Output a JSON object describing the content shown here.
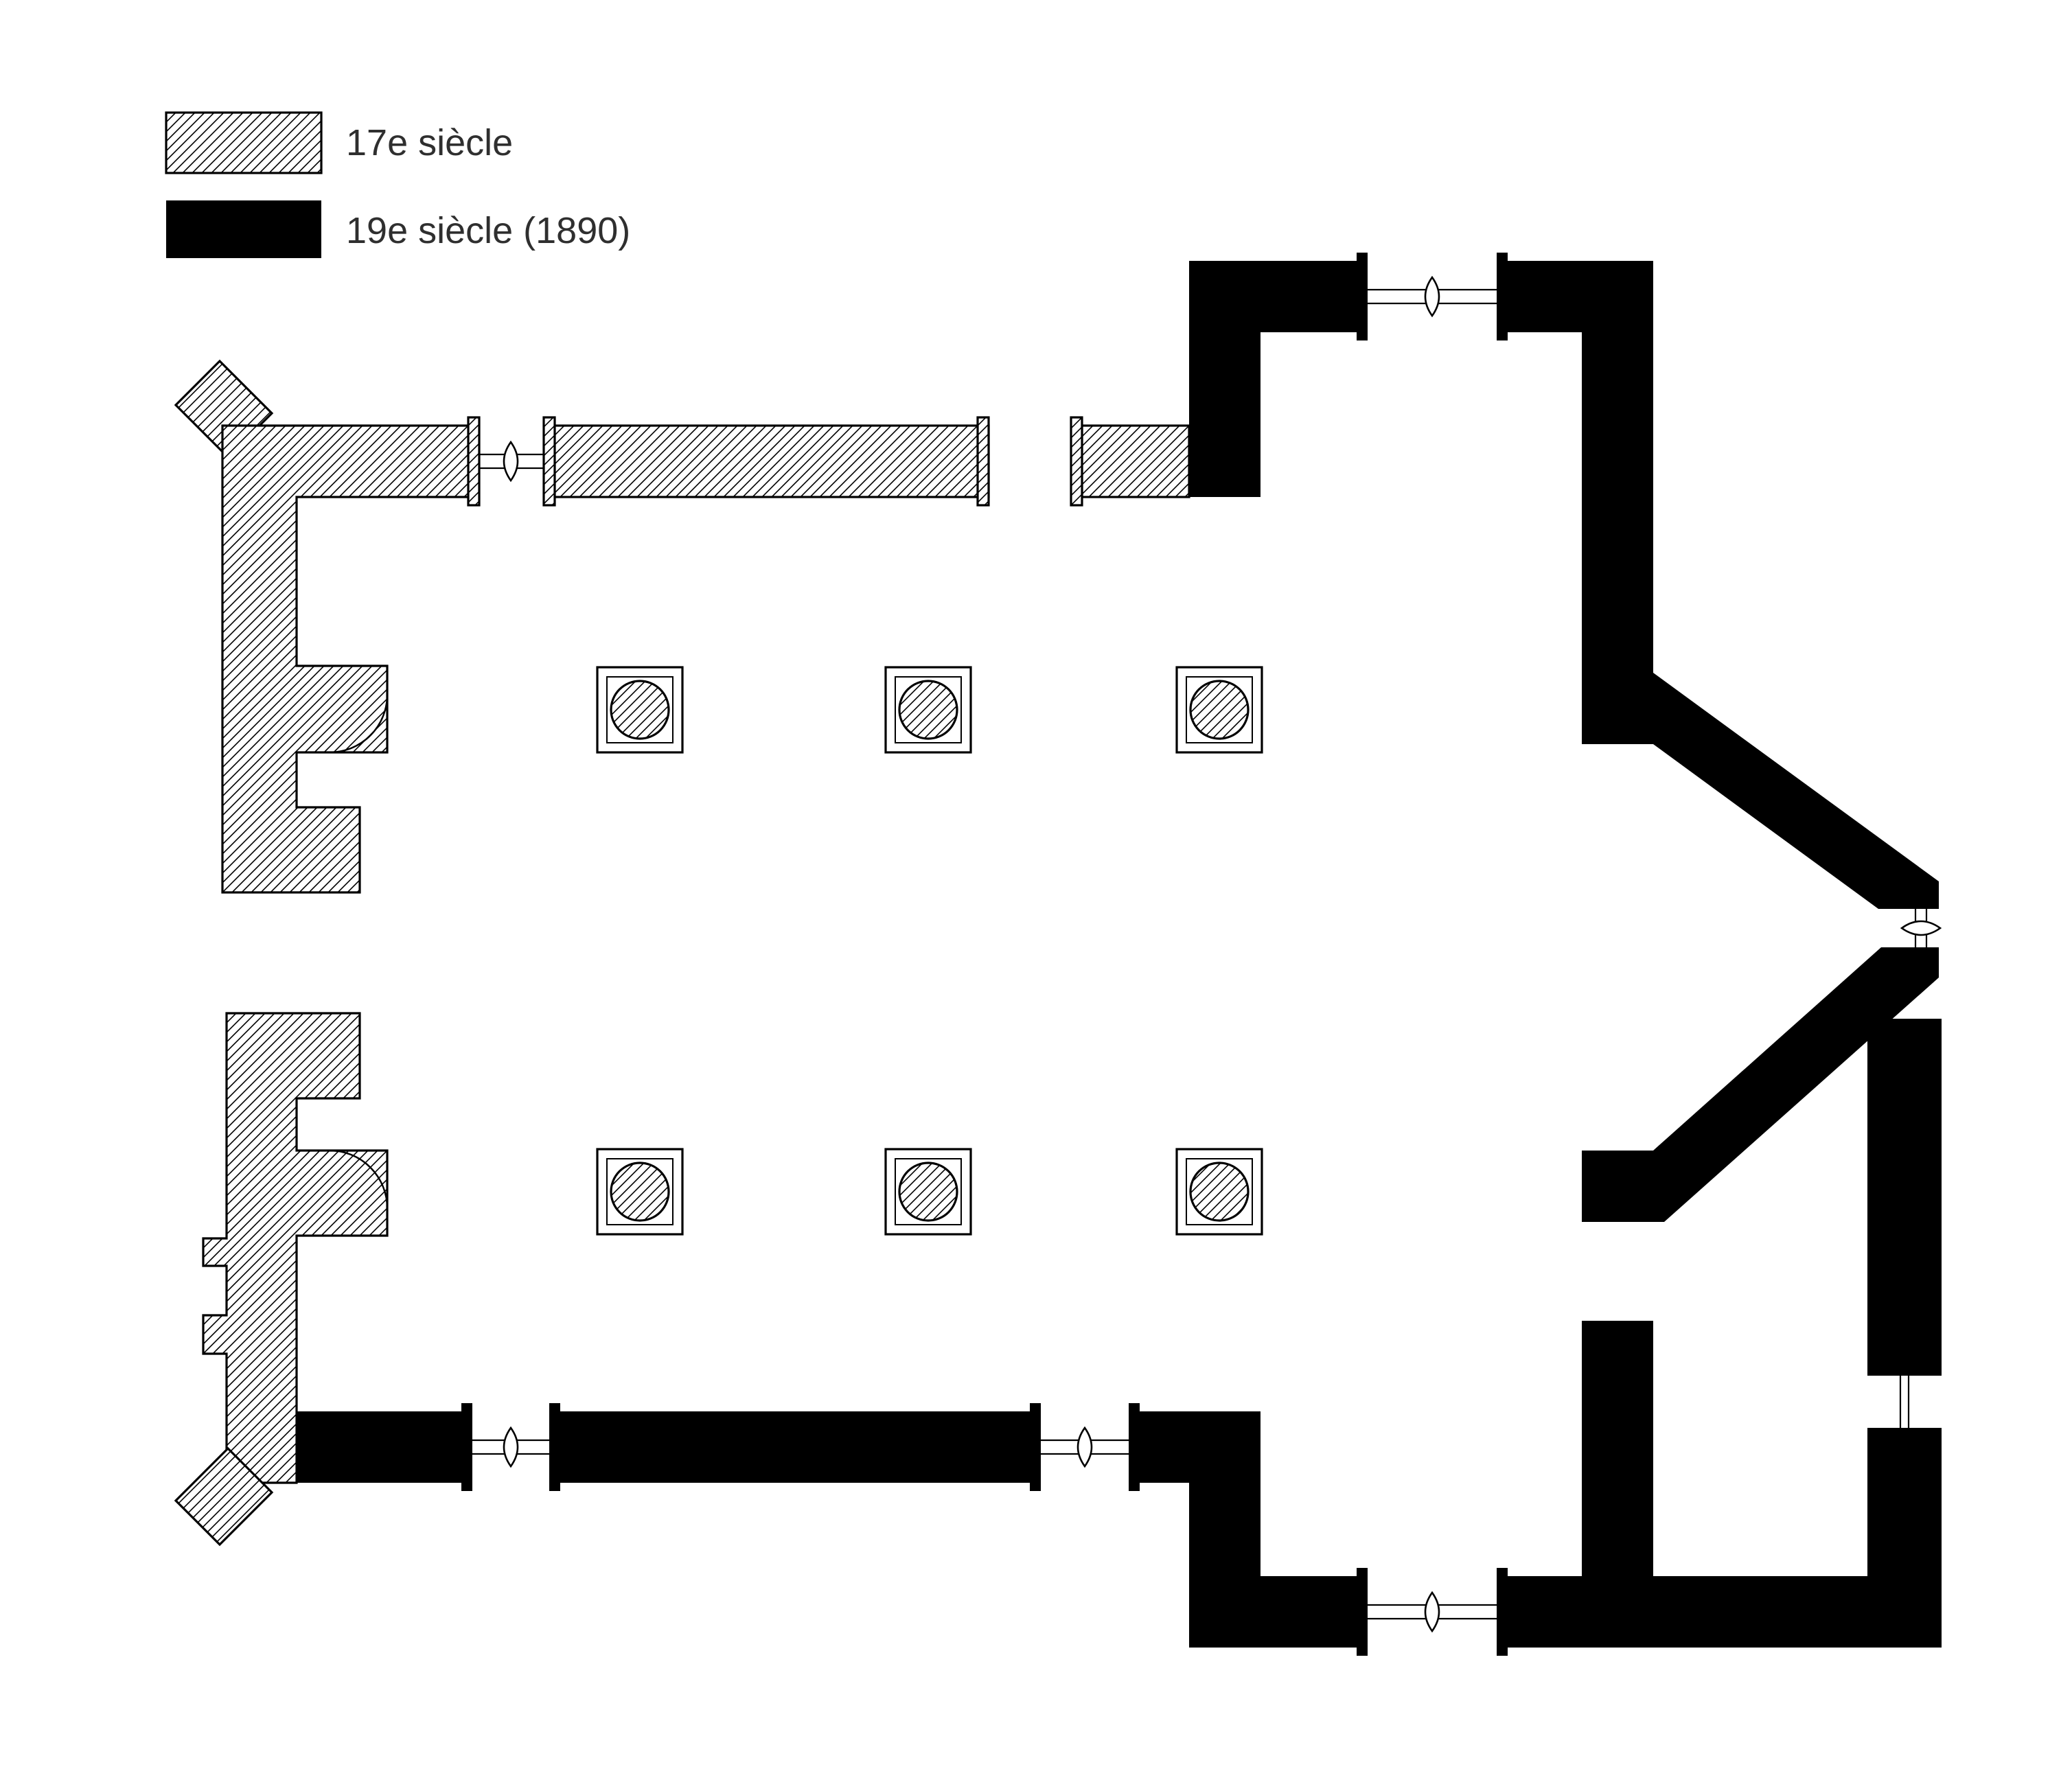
{
  "legend": {
    "items": [
      {
        "id": "17e",
        "label": "17e siècle",
        "swatch": "hatched"
      },
      {
        "id": "19e",
        "label": "19e siècle (1890)",
        "swatch": "solid-black"
      }
    ]
  },
  "colors": {
    "wall_19e_fill": "#000000",
    "outline": "#000000",
    "text": "#2f2f2f",
    "background": "#ffffff"
  },
  "plan": {
    "kind": "church floor plan",
    "columns_visible": 6,
    "window_markers_visible": 6
  }
}
